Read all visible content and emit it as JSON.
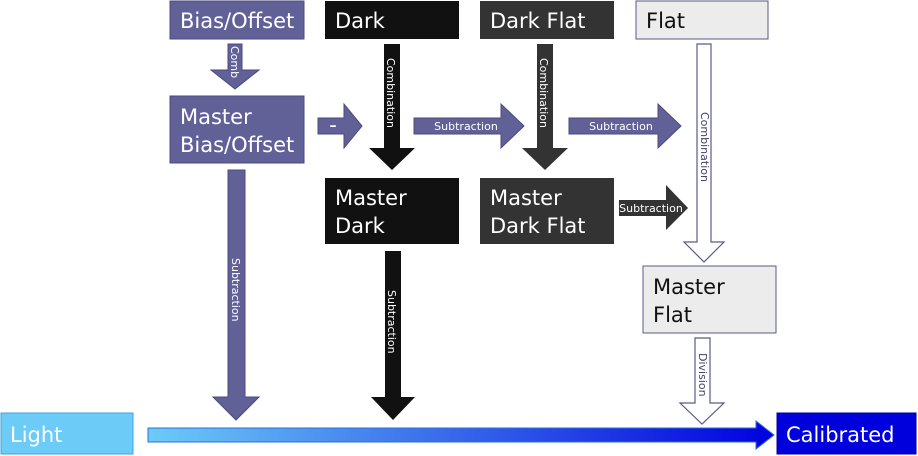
{
  "nodes": {
    "bias_offset": {
      "lines": [
        "Bias/Offset"
      ]
    },
    "dark": {
      "lines": [
        "Dark"
      ]
    },
    "dark_flat": {
      "lines": [
        "Dark Flat"
      ]
    },
    "flat": {
      "lines": [
        "Flat"
      ]
    },
    "master_bias_offset": {
      "lines": [
        "Master",
        "Bias/Offset"
      ]
    },
    "master_dark": {
      "lines": [
        "Master",
        "Dark"
      ]
    },
    "master_dark_flat": {
      "lines": [
        "Master",
        "Dark Flat"
      ]
    },
    "master_flat": {
      "lines": [
        "Master",
        "Flat"
      ]
    },
    "light": {
      "lines": [
        "Light"
      ]
    },
    "calibrated": {
      "lines": [
        "Calibrated"
      ]
    }
  },
  "edges": {
    "bias_comb": "Comb",
    "dark_combination": "Combination",
    "darkflat_combination": "Combination",
    "flat_combination": "Combination",
    "bias_minus": "-",
    "dark_subtraction_h": "Subtraction",
    "darkflat_subtraction_h": "Subtraction",
    "masterdarkflat_subtraction": "Subtraction",
    "bias_subtraction_v": "Subtraction",
    "dark_subtraction_v": "Subtraction",
    "flat_division": "Division"
  },
  "colors": {
    "bias": "#616198",
    "dark": "#111111",
    "dark_flat": "#333333",
    "flat_fill": "#ececec",
    "flat_stroke": "#5a5a8a",
    "light": "#6ccbf7",
    "calibrated": "#0000dd",
    "gradient_start": "#6ccbf7",
    "gradient_end": "#0000dd"
  }
}
